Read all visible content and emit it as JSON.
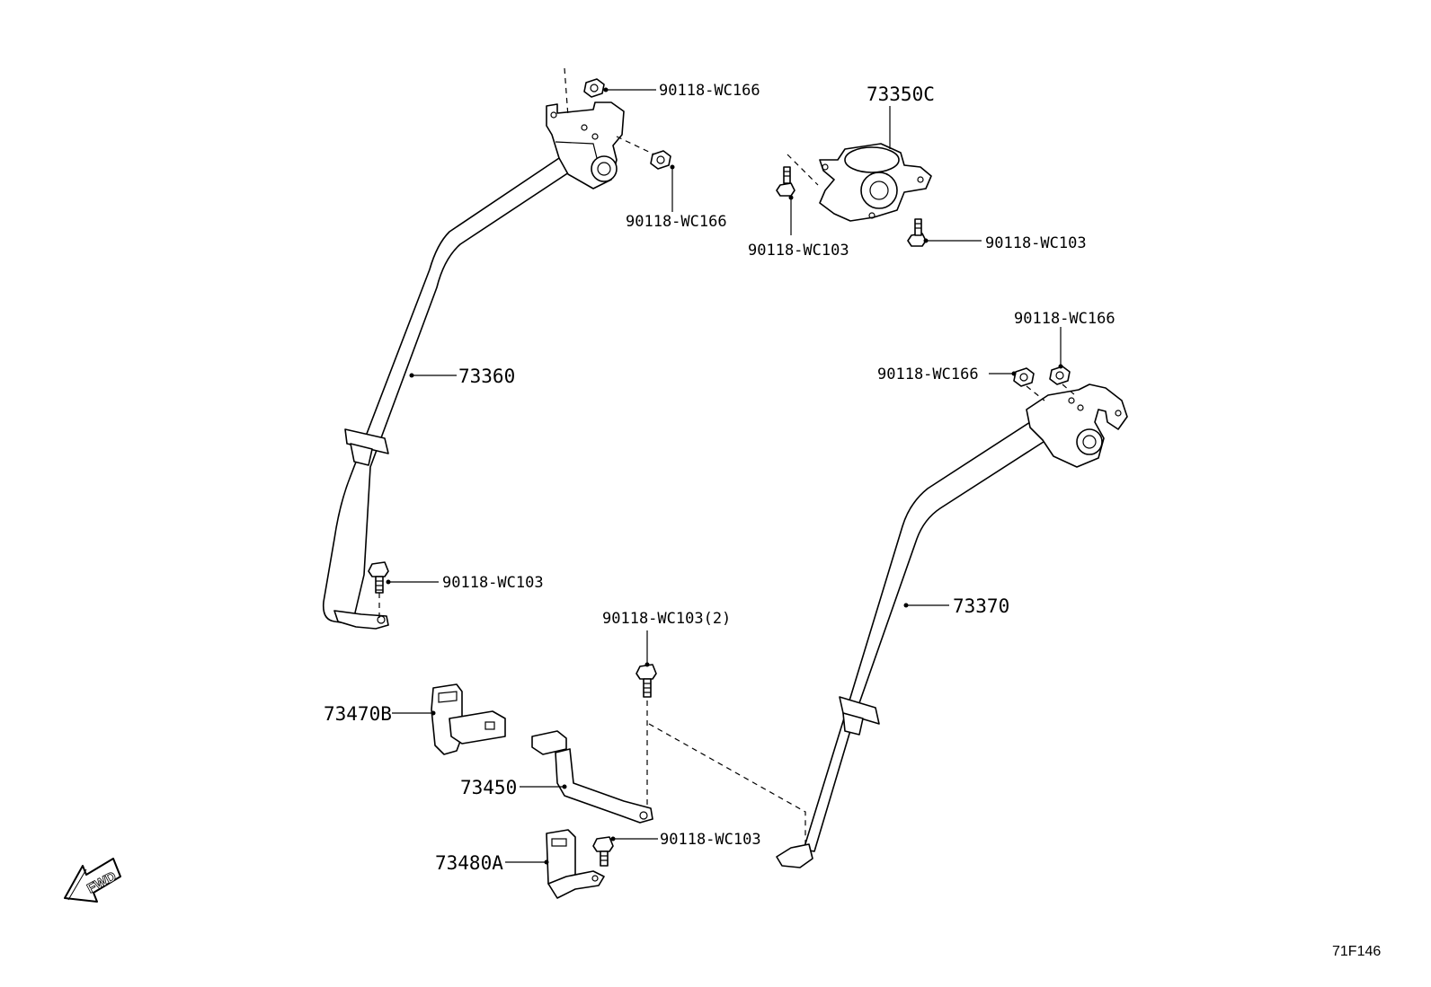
{
  "diagram_code": "71F146",
  "direction_label": "FWD",
  "parts": {
    "belt_left": "73360",
    "belt_right": "73370",
    "center_retractor": "73350C",
    "buckle_b": "73470B",
    "buckle_strap": "73450",
    "buckle_a": "73480A"
  },
  "fasteners": {
    "nut_left_top": "90118-WC166",
    "nut_left_side": "90118-WC166",
    "bolt_center_left": "90118-WC103",
    "bolt_center_right": "90118-WC103",
    "nut_right_top": "90118-WC166",
    "nut_right_side": "90118-WC166",
    "bolt_left_anchor": "90118-WC103",
    "bolt_strap_qty": "90118-WC103(2)",
    "bolt_buckle_a": "90118-WC103"
  }
}
